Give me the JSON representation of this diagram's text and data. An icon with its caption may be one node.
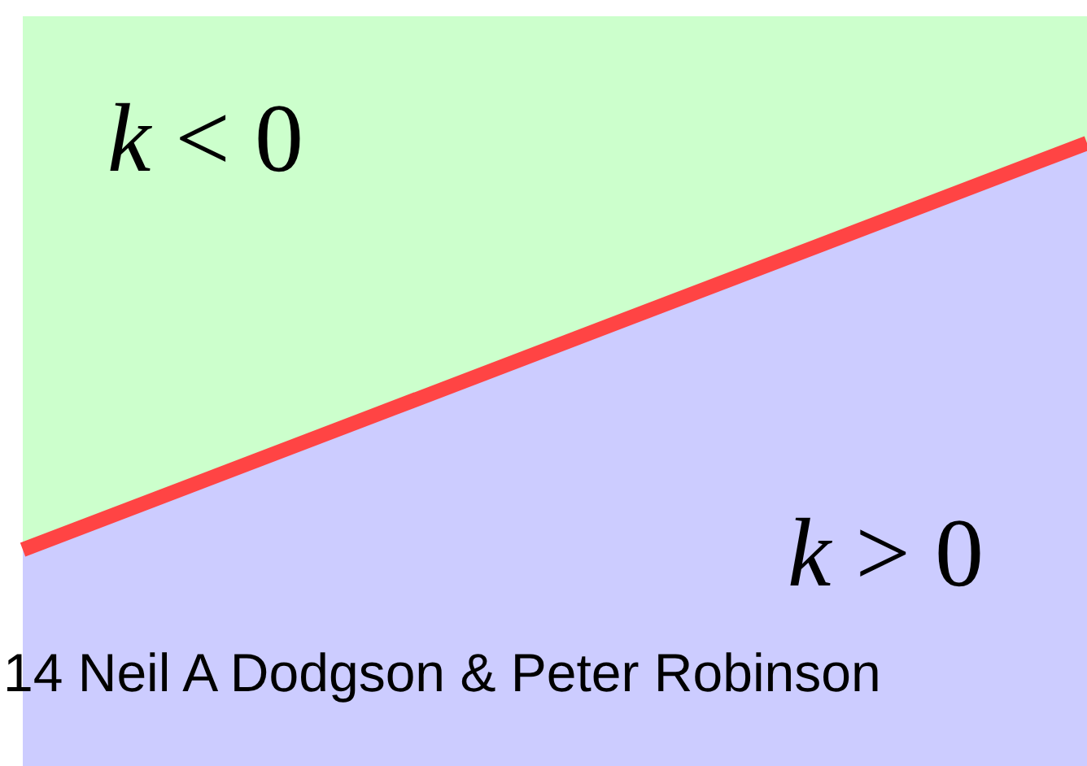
{
  "diagram": {
    "nodes": [
      {
        "text": [
          "*k* < 0"
        ]
      },
      {
        "text": [
          "*k* > 0"
        ]
      }
    ],
    "labels": [
      "14 Neil A Dodgson & Peter Robinson"
    ]
  }
}
